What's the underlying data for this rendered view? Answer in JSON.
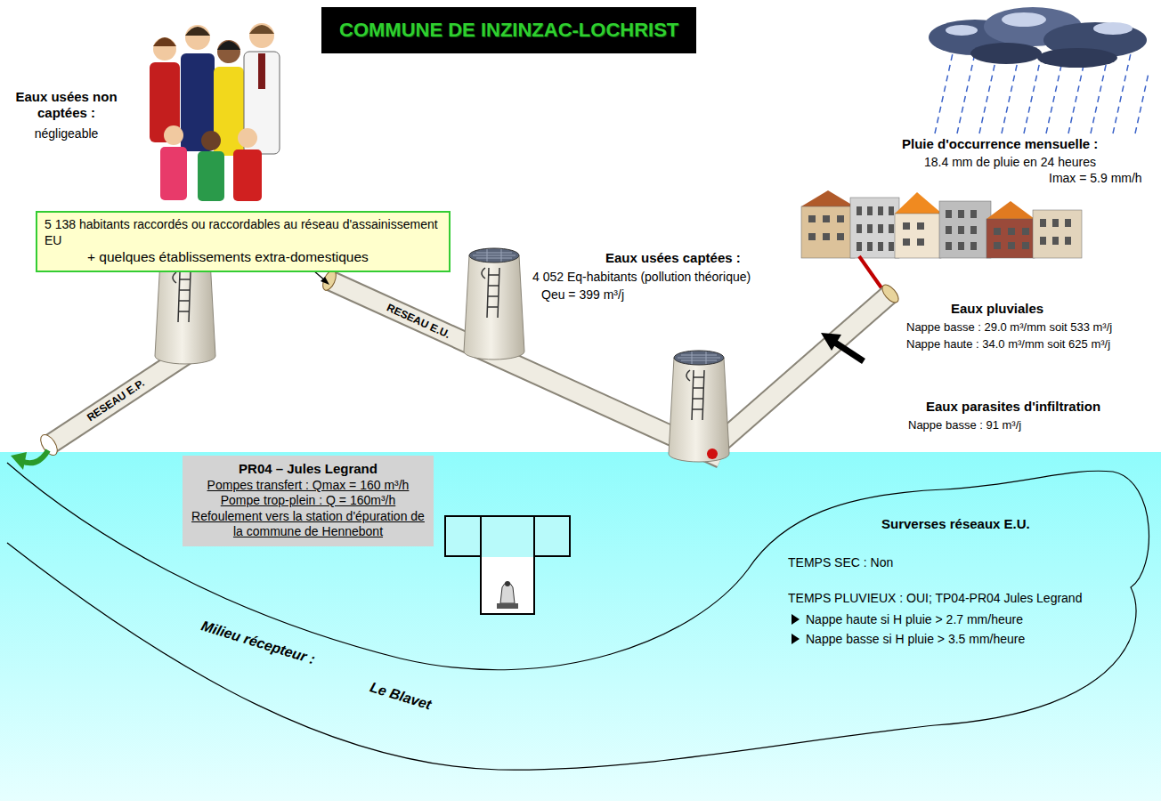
{
  "diagram": {
    "title": "COMMUNE DE INZINZAC-LOCHRIST",
    "nodes": [
      {
        "text": [
          "5 138 habitants raccordés ou raccordables au réseau d'assainissement EU",
          "+ quelques établissements extra-domestiques"
        ]
      },
      {
        "text": [
          "PR04 – Jules Legrand",
          "Pompes transfert : Qmax = 160 m³/h",
          "Pompe trop-plein : Q = 160m³/h",
          "Refoulement vers la station d'épuration de la commune de Hennebont"
        ]
      }
    ],
    "labels": [
      "Eaux usées non captées :",
      "négligeable",
      "RESEAU E.P.",
      "RESEAU E.U.",
      "Eaux usées captées :",
      "4 052 Eq-habitants  (pollution théorique)",
      "Qeu = 399 m³/j",
      "Pluie d'occurrence mensuelle :",
      "18.4 mm de pluie en 24 heures",
      "Imax = 5.9 mm/h",
      "Eaux pluviales",
      "Nappe basse : 29.0 m³/mm soit 533 m³/j",
      "Nappe haute : 34.0 m³/mm soit 625 m³/j",
      "Eaux parasites d'infiltration",
      "Nappe basse : 91 m³/j",
      "Surverses réseaux E.U.",
      "TEMPS SEC : Non",
      "TEMPS PLUVIEUX : OUI; TP04-PR04 Jules Legrand",
      "Nappe haute si H pluie > 2.7 mm/heure",
      "Nappe basse si H pluie > 3.5 mm/heure",
      "Milieu récepteur :",
      "Le Blavet"
    ]
  }
}
